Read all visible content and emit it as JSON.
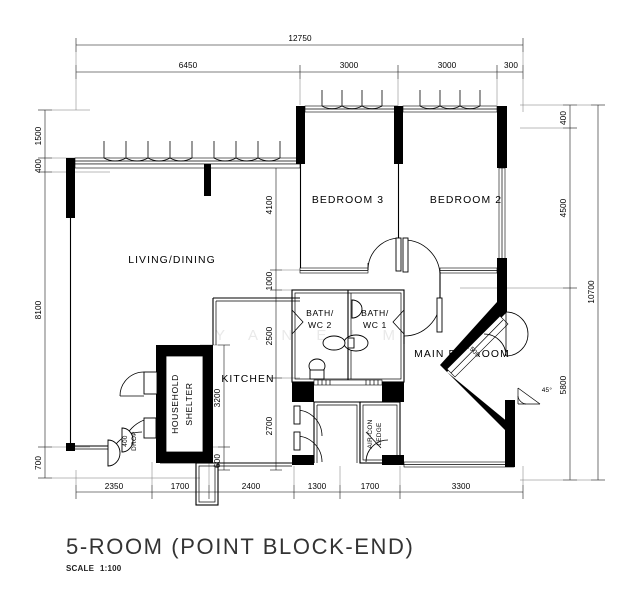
{
  "drawing": {
    "title": "5-ROOM (POINT BLOCK-END)",
    "scale_label": "SCALE",
    "scale_value": "1:100",
    "watermark": "Y A N  E L M",
    "line_color": "#000000",
    "background": "#ffffff"
  },
  "rooms": [
    {
      "id": "living-dining",
      "label": "LIVING/DINING"
    },
    {
      "id": "bedroom-3",
      "label": "BEDROOM 3"
    },
    {
      "id": "bedroom-2",
      "label": "BEDROOM 2"
    },
    {
      "id": "main-bedroom",
      "label": "MAIN  BEDROOM"
    },
    {
      "id": "kitchen",
      "label": "KITCHEN"
    },
    {
      "id": "household-shelter",
      "label": "HOUSEHOLD\nSHELTER"
    },
    {
      "id": "household-shelter-line1",
      "label": "HOUSEHOLD"
    },
    {
      "id": "household-shelter-line2",
      "label": "SHELTER"
    },
    {
      "id": "bath-wc-2-line1",
      "label": "BATH/"
    },
    {
      "id": "bath-wc-2-line2",
      "label": "WC 2"
    },
    {
      "id": "bath-wc-1-line1",
      "label": "BATH/"
    },
    {
      "id": "bath-wc-1-line2",
      "label": "WC 1"
    },
    {
      "id": "air-con-ledge-line1",
      "label": "AIR-CON"
    },
    {
      "id": "air-con-ledge-line2",
      "label": "LEDGE"
    },
    {
      "id": "drop-line1",
      "label": "400"
    },
    {
      "id": "drop-line2",
      "label": "DROP"
    }
  ],
  "dimensions": {
    "top_overall": "12750",
    "top_segments": [
      "6450",
      "3000",
      "3000",
      "300"
    ],
    "left_segments": [
      "1500",
      "400",
      "8100",
      "700"
    ],
    "right_overall": "10700",
    "right_segments": [
      "400",
      "4500",
      "5800"
    ],
    "bottom_segments": [
      "2350",
      "1700",
      "2400",
      "1300",
      "1700",
      "3300"
    ],
    "interior_vertical": [
      "4100",
      "1000",
      "2500",
      "2700"
    ],
    "shelter_height": "3200",
    "shelter_offset": "600",
    "bay_window": "1500",
    "angle": "45°"
  }
}
